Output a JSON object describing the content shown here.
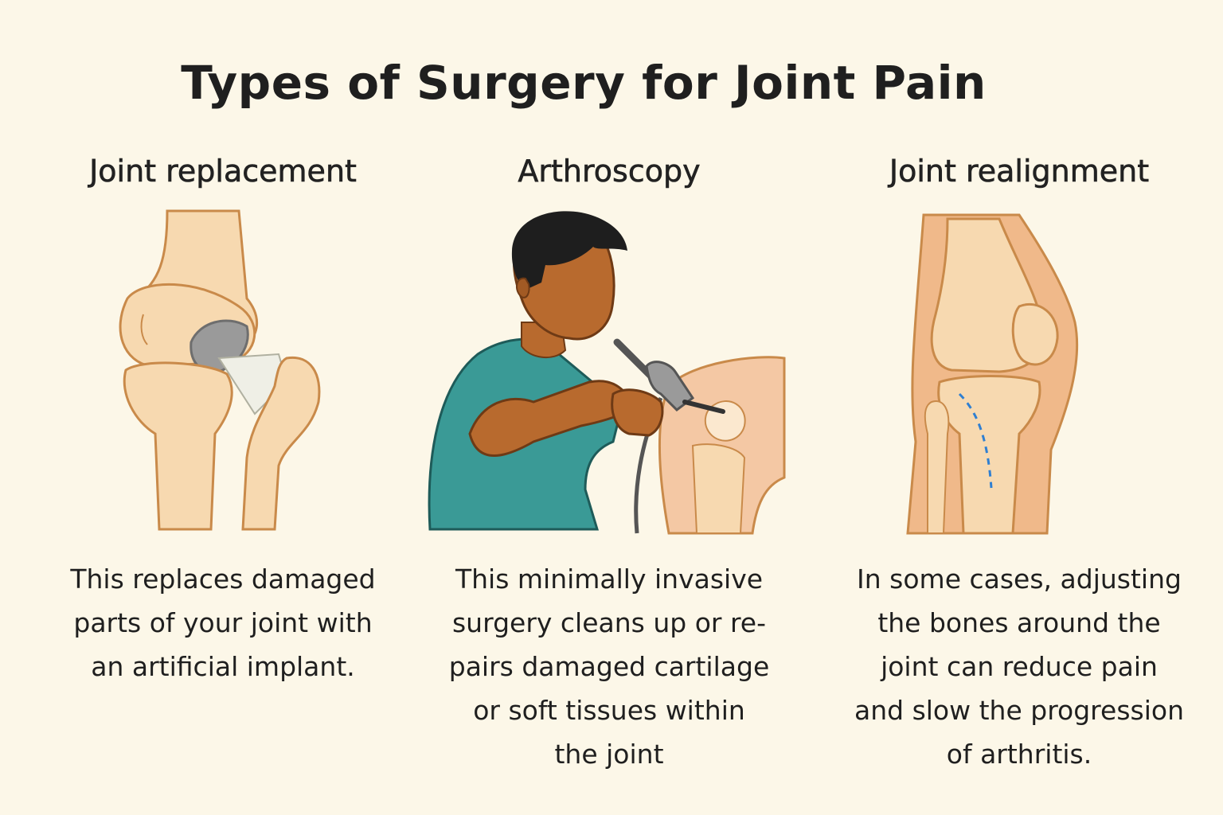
{
  "title": "Types of Surgery for Joint Pain",
  "colors": {
    "background": "#fcf7e8",
    "bone_fill": "#f7d9b0",
    "bone_stroke": "#c98a4a",
    "implant": "#9a9a9a",
    "scrubs": "#3a9a96",
    "skin": "#b86a2e",
    "hair": "#1e1e1e",
    "incision_line": "#2f7fd1"
  },
  "columns": [
    {
      "heading": "Joint replacement",
      "icon": "knee-implant-icon",
      "description_lines": [
        "This replaces damaged",
        "parts of your joint with",
        "an artificial implant."
      ]
    },
    {
      "heading": "Arthroscopy",
      "icon": "surgeon-arthroscope-icon",
      "description_lines": [
        "This minimally invasive",
        "surgery cleans up or re-",
        "pairs damaged cartilage",
        "or soft tissues within",
        "the joint"
      ]
    },
    {
      "heading": "Joint realignment",
      "icon": "knee-realignment-icon",
      "description_lines": [
        "In some cases, adjusting",
        "the bones around the",
        "joint can reduce pain",
        "and slow the progression",
        "of arthritis."
      ]
    }
  ]
}
